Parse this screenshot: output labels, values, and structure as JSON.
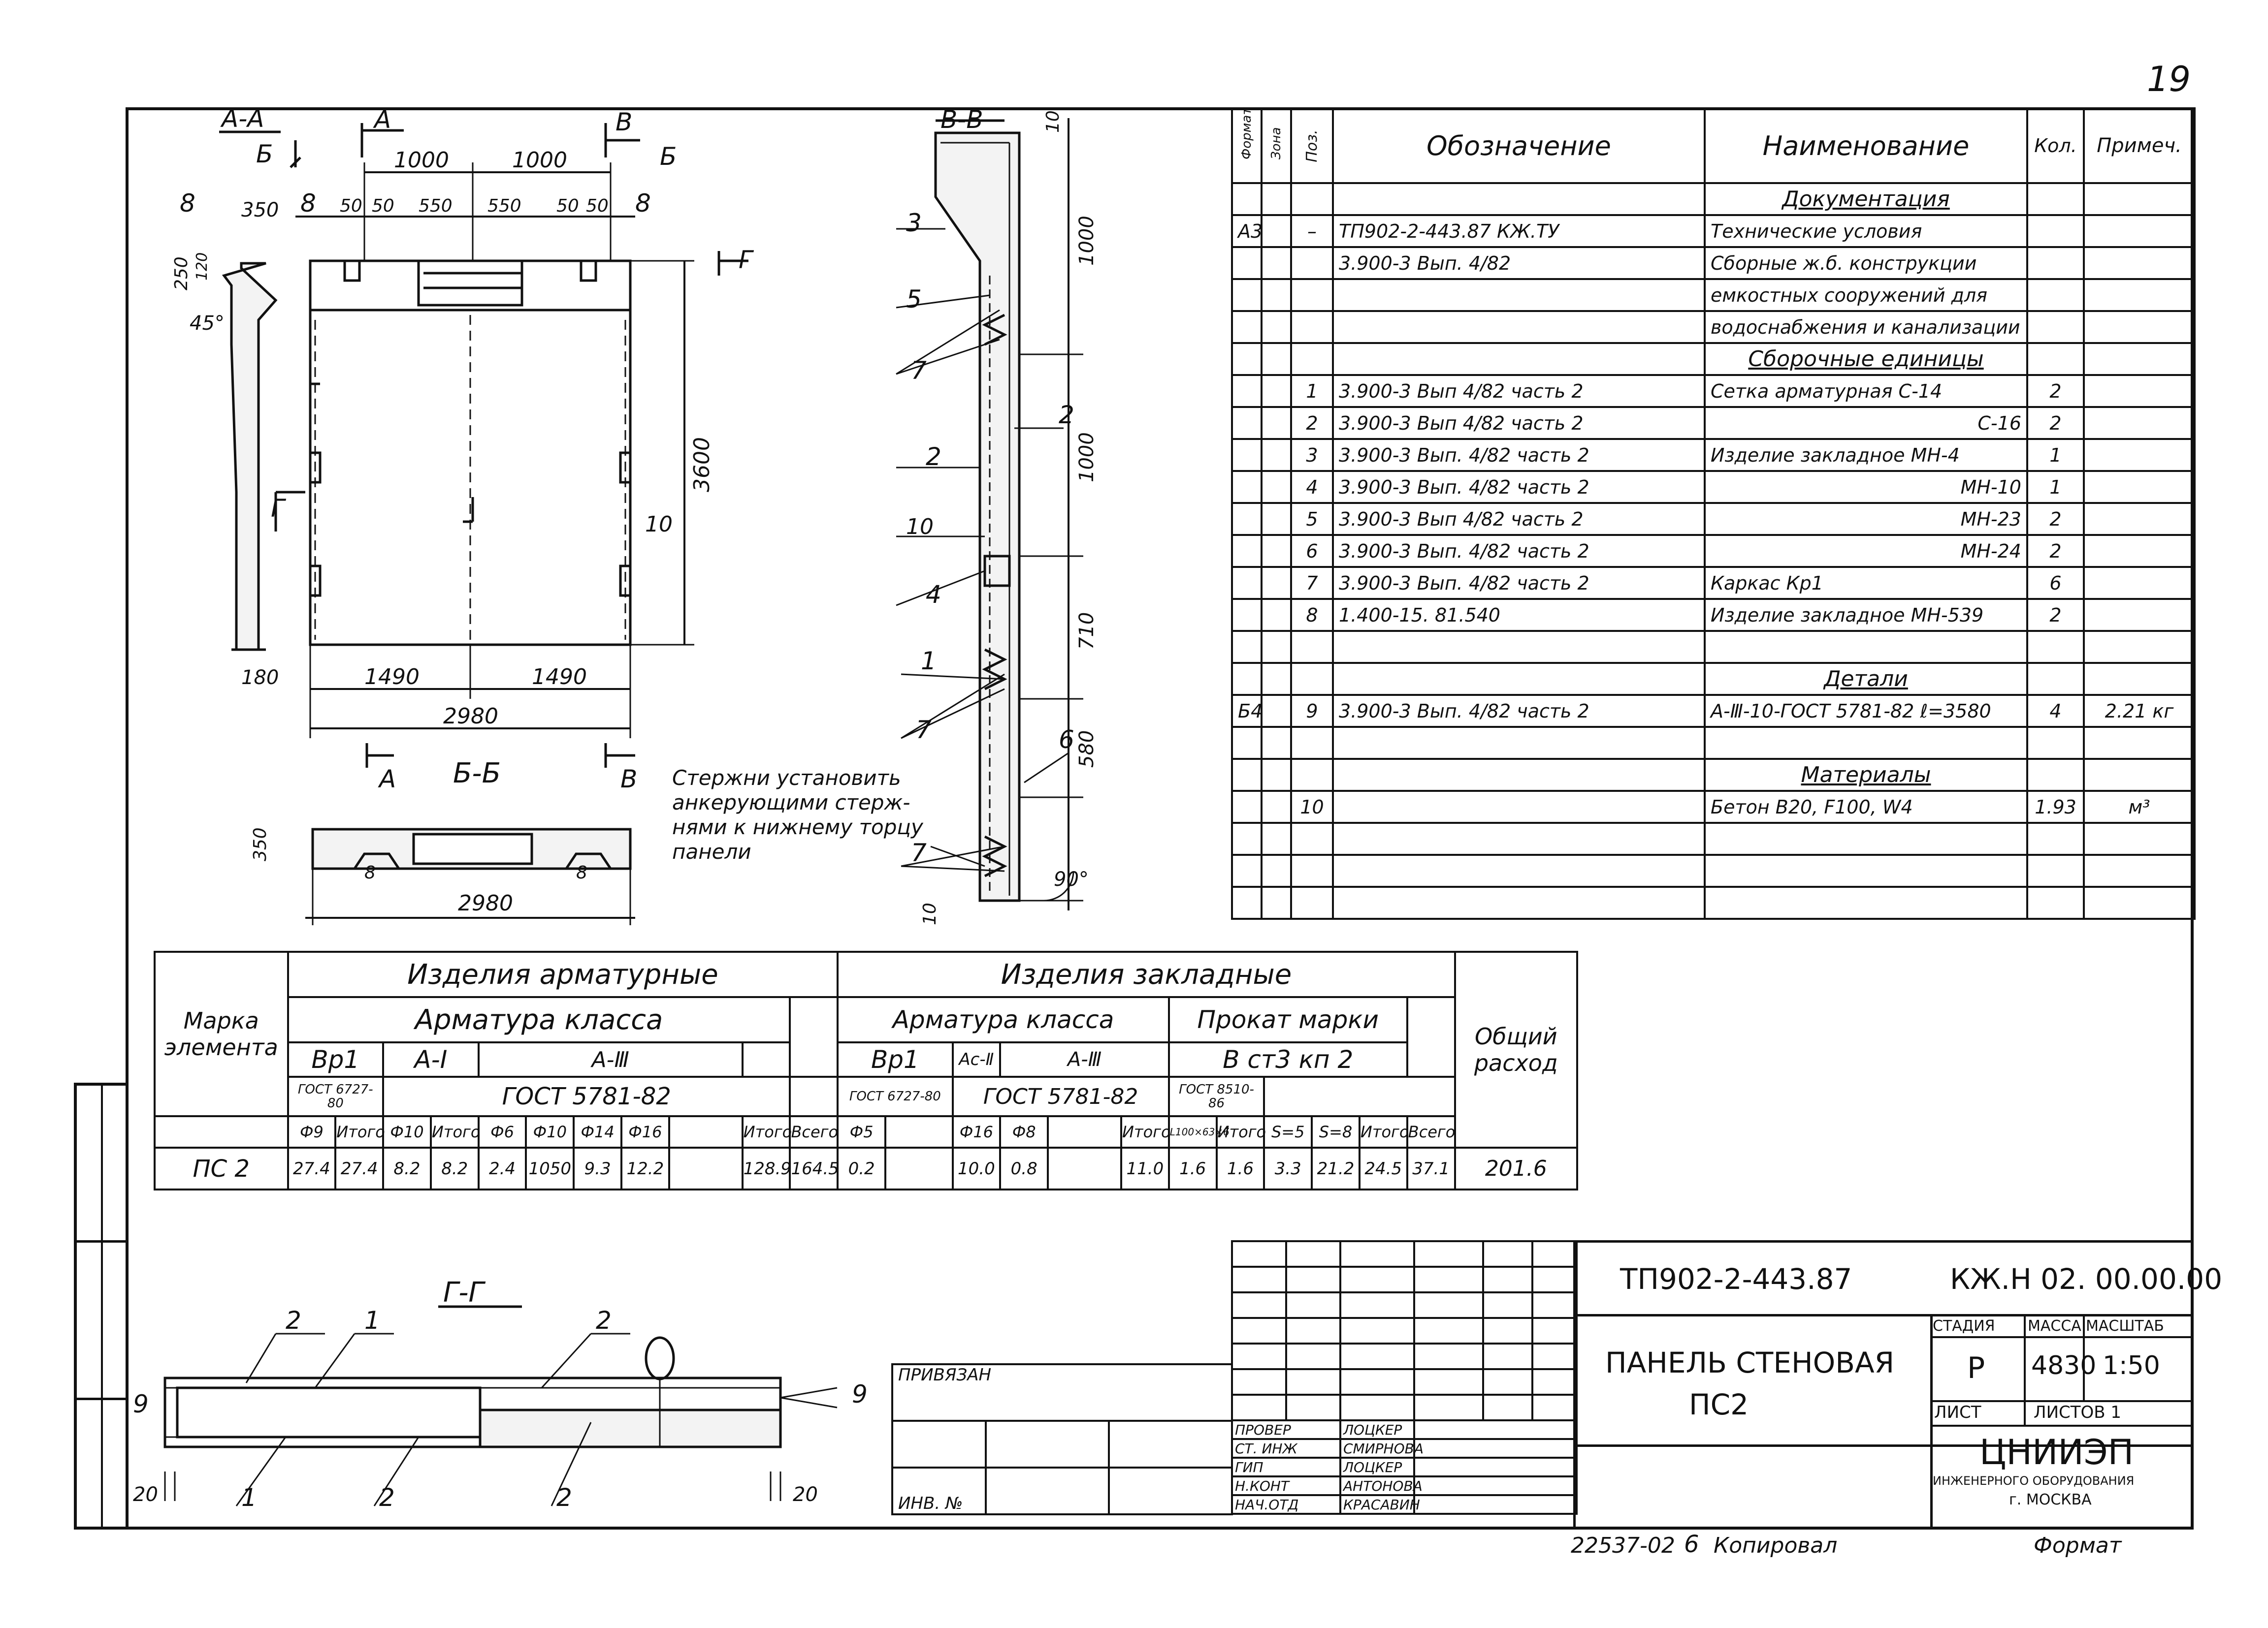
{
  "page_number": "19",
  "spec_table": {
    "headers": {
      "format": "Формат",
      "zone": "Зона",
      "pos": "Поз.",
      "designation": "Обозначение",
      "name": "Наименование",
      "qty": "Кол.",
      "note": "Примеч."
    },
    "rows": [
      {
        "format": "",
        "zone": "",
        "pos": "",
        "designation": "",
        "name": "Документация",
        "qty": "",
        "note": "",
        "section": true
      },
      {
        "format": "А3",
        "zone": "",
        "pos": "–",
        "designation": "ТП902-2-443.87    КЖ.ТУ",
        "name": "Технические условия",
        "qty": "",
        "note": ""
      },
      {
        "format": "",
        "zone": "",
        "pos": "",
        "designation": "3.900-3  Вып. 4/82",
        "name": "Сборные ж.б. конструкции",
        "qty": "",
        "note": ""
      },
      {
        "format": "",
        "zone": "",
        "pos": "",
        "designation": "",
        "name": "емкостных сооружений для",
        "qty": "",
        "note": ""
      },
      {
        "format": "",
        "zone": "",
        "pos": "",
        "designation": "",
        "name": "водоснабжения и канализации",
        "qty": "",
        "note": ""
      },
      {
        "format": "",
        "zone": "",
        "pos": "",
        "designation": "",
        "name": "Сборочные единицы",
        "qty": "",
        "note": "",
        "section": true
      },
      {
        "format": "",
        "zone": "",
        "pos": "1",
        "designation": "3.900-3  Вып 4/82  часть 2",
        "name": "Сетка арматурная   С-14",
        "qty": "2",
        "note": ""
      },
      {
        "format": "",
        "zone": "",
        "pos": "2",
        "designation": "3.900-3  Вып 4/82  часть 2",
        "name": "С-16",
        "qty": "2",
        "note": "",
        "name_right": true
      },
      {
        "format": "",
        "zone": "",
        "pos": "3",
        "designation": "3.900-3  Вып. 4/82  часть 2",
        "name": "Изделие закладное   МН-4",
        "qty": "1",
        "note": ""
      },
      {
        "format": "",
        "zone": "",
        "pos": "4",
        "designation": "3.900-3  Вып. 4/82  часть 2",
        "name": "МН-10",
        "qty": "1",
        "note": "",
        "name_right": true
      },
      {
        "format": "",
        "zone": "",
        "pos": "5",
        "designation": "3.900-3  Вып 4/82  часть 2",
        "name": "МН-23",
        "qty": "2",
        "note": "",
        "name_right": true
      },
      {
        "format": "",
        "zone": "",
        "pos": "6",
        "designation": "3.900-3  Вып. 4/82  часть 2",
        "name": "МН-24",
        "qty": "2",
        "note": "",
        "name_right": true
      },
      {
        "format": "",
        "zone": "",
        "pos": "7",
        "designation": "3.900-3  Вып. 4/82  часть 2",
        "name": "Каркас          Кр1",
        "qty": "6",
        "note": ""
      },
      {
        "format": "",
        "zone": "",
        "pos": "8",
        "designation": "1.400-15. 81.540",
        "name": "Изделие закладное  МН-539",
        "qty": "2",
        "note": ""
      },
      {
        "format": "",
        "zone": "",
        "pos": "",
        "designation": "",
        "name": "",
        "qty": "",
        "note": ""
      },
      {
        "format": "",
        "zone": "",
        "pos": "",
        "designation": "",
        "name": "Детали",
        "qty": "",
        "note": "",
        "section": true
      },
      {
        "format": "Б4",
        "zone": "",
        "pos": "9",
        "designation": "3.900-3  Вып. 4/82  часть 2",
        "name": "А-Ⅲ-10-ГОСТ 5781-82  ℓ=3580",
        "qty": "4",
        "note": "2.21 кг"
      },
      {
        "format": "",
        "zone": "",
        "pos": "",
        "designation": "",
        "name": "",
        "qty": "",
        "note": ""
      },
      {
        "format": "",
        "zone": "",
        "pos": "",
        "designation": "",
        "name": "Материалы",
        "qty": "",
        "note": "",
        "section": true
      },
      {
        "format": "",
        "zone": "",
        "pos": "10",
        "designation": "",
        "name": "Бетон  В20,  F100,  W4",
        "qty": "1.93",
        "note": "м³"
      },
      {
        "format": "",
        "zone": "",
        "pos": "",
        "designation": "",
        "name": "",
        "qty": "",
        "note": ""
      },
      {
        "format": "",
        "zone": "",
        "pos": "",
        "designation": "",
        "name": "",
        "qty": "",
        "note": ""
      },
      {
        "format": "",
        "zone": "",
        "pos": "",
        "designation": "",
        "name": "",
        "qty": "",
        "note": ""
      }
    ]
  },
  "drawings": {
    "view_aa": "А-А",
    "view_vv": "В-В",
    "view_bb": "Б-Б",
    "view_gg": "Г-Г",
    "cut_a": "А",
    "cut_b": "Б",
    "cut_v": "В",
    "cut_g": "Г",
    "dims_top": [
      "1000",
      "1000"
    ],
    "dims_sub": [
      "50",
      "50",
      "550",
      "550",
      "50",
      "50"
    ],
    "dim_350": "350",
    "dim_250": "250",
    "dim_120": "120",
    "dim_45": "45°",
    "dim_180": "180",
    "dim_3600": "3600",
    "dims_bottom": [
      "1490",
      "1490"
    ],
    "dim_2980": "2980",
    "dims_side": [
      "10",
      "1000",
      "1000",
      "710",
      "580",
      "10"
    ],
    "dim_90": "90°",
    "pos_labels": [
      "8",
      "8",
      "8",
      "10",
      "3",
      "5",
      "7",
      "2",
      "2",
      "10",
      "4",
      "1",
      "7",
      "6",
      "7"
    ],
    "note_lines": [
      "Стержни установить",
      "анкерующими стерж-",
      "нями к нижнему торцу",
      "панели"
    ],
    "gg_labels": [
      "2",
      "1",
      "2",
      "9",
      "9",
      "1",
      "2",
      "2"
    ],
    "dim_20": "20"
  },
  "materials_table": {
    "h_mark": "Марка элемента",
    "h_armatura": "Изделия   арматурные",
    "h_zaklad": "Изделия   закладные",
    "h_total": "Общий расход",
    "h_class1": "Арматура  класса",
    "h_class2": "Арматура класса",
    "h_prokat": "Прокат  марки",
    "g_bp1": "Вр1",
    "g_a1": "А-I",
    "g_a3": "А-Ⅲ",
    "g_bp1b": "Вр1",
    "g_ac2": "Ас-Ⅱ",
    "g_a3b": "А-Ⅲ",
    "g_bst": "В ст3 кп 2",
    "std_6727": "ГОСТ 6727-80",
    "std_5781": "ГОСТ 5781-82",
    "std_6727b": "ГОСТ 6727-80",
    "std_5781b": "ГОСТ 5781-82",
    "std_8510": "ГОСТ 8510-86",
    "cols": [
      "Ф9",
      "Итого",
      "Ф10",
      "Итого",
      "Ф6",
      "Ф10",
      "Ф14",
      "Ф16",
      "",
      "Итого",
      "Всего",
      "Ф5",
      "",
      "Ф16",
      "Ф8",
      "",
      "Итого",
      "L100×63×6",
      "Итого",
      "S=5",
      "S=8",
      "Итого",
      "Всего"
    ],
    "row_mark": "ПС 2",
    "values": [
      "27.4",
      "27.4",
      "8.2",
      "8.2",
      "2.4",
      "1050",
      "9.3",
      "12.2",
      "",
      "128.9",
      "164.5",
      "0.2",
      "",
      "10.0",
      "0.8",
      "",
      "11.0",
      "1.6",
      "1.6",
      "3.3",
      "21.2",
      "24.5",
      "37.1"
    ],
    "total": "201.6"
  },
  "title_block": {
    "code_project": "ТП902-2-443.87",
    "code_drawing": "КЖ.Н 02. 00.00.00",
    "title_line1": "ПАНЕЛЬ СТЕНОВАЯ",
    "title_line2": "ПС2",
    "stage_h": "СТАДИЯ",
    "mass_h": "МАССА",
    "scale_h": "МАСШТАБ",
    "stage": "Р",
    "mass": "4830",
    "scale": "1:50",
    "sheet_h": "ЛИСТ",
    "sheets_h": "ЛИСТОВ 1",
    "org1": "ЦНИИЭП",
    "org2": "ИНЖЕНЕРНОГО ОБОРУДОВАНИЯ",
    "org3": "г. МОСКВА",
    "bound": "ПРИВЯЗАН",
    "inv": "ИНВ. №",
    "roles": [
      "ПРОВЕР",
      "СТ. ИНЖ",
      "ГИП",
      "Н.КОНТ",
      "НАЧ.ОТД"
    ],
    "names": [
      "ЛОЦКЕР",
      "СМИРНОВА",
      "ЛОЦКЕР",
      "АНТОНОВА",
      "КРАСАВИН"
    ],
    "footer_num": "22537-02",
    "footer_sheet": "6",
    "footer_copied": "Копировал",
    "footer_format": "Формат"
  }
}
